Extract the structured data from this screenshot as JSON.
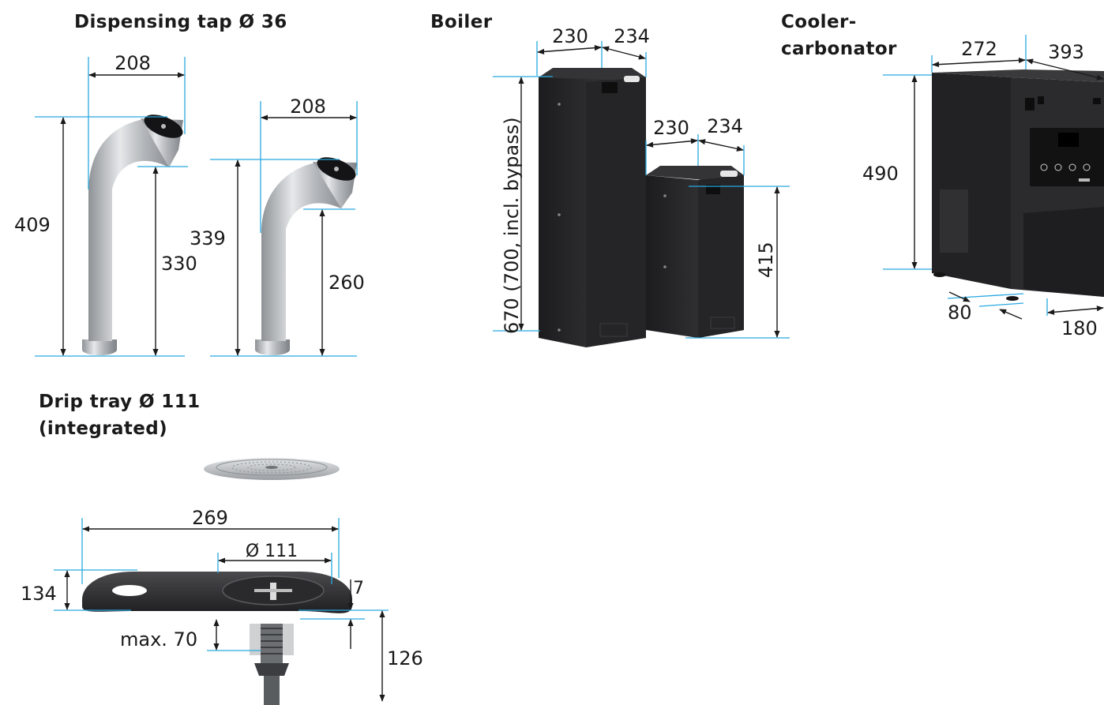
{
  "headings": {
    "tap": "Dispensing tap Ø 36",
    "boiler": "Boiler",
    "cooler_line1": "Cooler-",
    "cooler_line2": "carbonator",
    "drip_line1": "Drip tray Ø 111",
    "drip_line2": "(integrated)"
  },
  "tap_tall": {
    "width": "208",
    "height_total": "409",
    "height_outlet": "330"
  },
  "tap_short": {
    "width": "208",
    "height_total": "339",
    "height_outlet": "260"
  },
  "boiler_tall": {
    "width": "230",
    "depth": "234",
    "height": "670 (700, incl. bypass)"
  },
  "boiler_small": {
    "width": "230",
    "depth": "234",
    "height": "415"
  },
  "cooler": {
    "width": "272",
    "depth": "393",
    "height": "490",
    "foot_offset": "80",
    "foot_spacing": "180"
  },
  "drip_tray": {
    "length": "269",
    "diameter": "Ø 111",
    "width": "134",
    "thickness": "7",
    "max_thread": "max. 70",
    "total_below": "126"
  },
  "colors": {
    "dimension_line": "#29a9e0",
    "unit_body": "#2a2a2c",
    "chrome": "#b9bcc0",
    "text": "#1a1a1a"
  }
}
